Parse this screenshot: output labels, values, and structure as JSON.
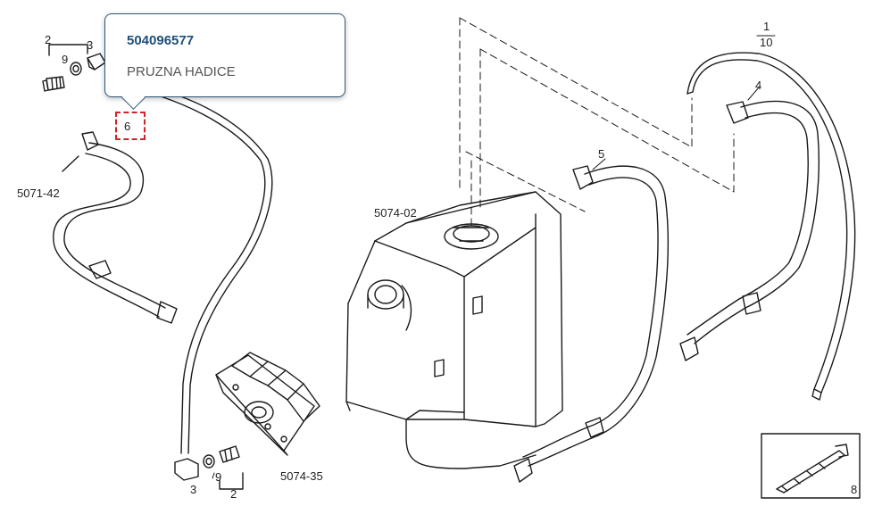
{
  "tooltip": {
    "part_number": "504096577",
    "description": "PRUZNA HADICE"
  },
  "labels": {
    "l2a": "2",
    "l3a": "3",
    "l9a": "9",
    "l6": "6",
    "l5071_42": "5071-42",
    "l5074_02": "5074-02",
    "l5074_35": "5074-35",
    "l3b": "3",
    "l9b": "9",
    "l2b": "2",
    "l5": "5",
    "l4": "4",
    "l1": "1",
    "l10": "10",
    "l8": "8"
  },
  "colors": {
    "line": "#1a1a1a",
    "highlight": "#d0232a",
    "tooltip_border": "#2c5778",
    "title": "#1f4f7a"
  }
}
